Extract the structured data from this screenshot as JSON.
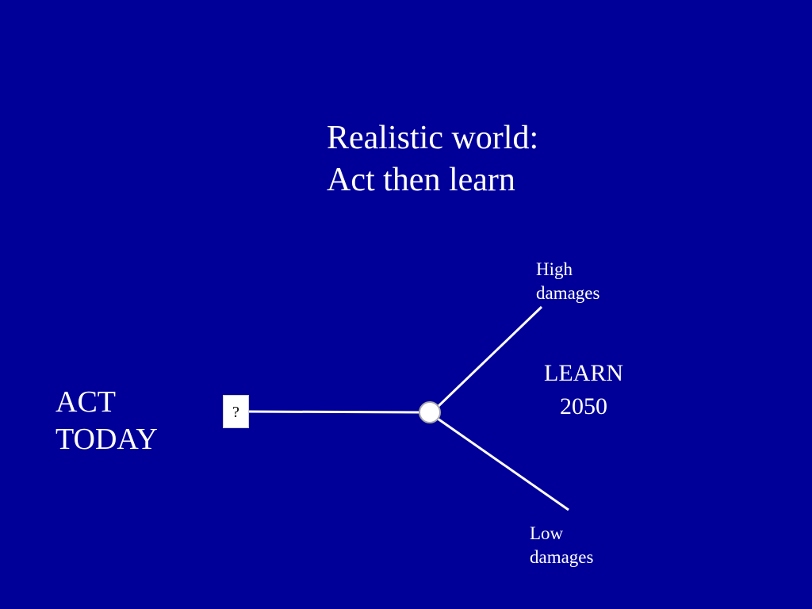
{
  "title": {
    "line1": "Realistic world:",
    "line2": "Act then learn"
  },
  "act": {
    "line1": "ACT",
    "line2": "TODAY"
  },
  "decision_node": {
    "symbol": "?"
  },
  "learn": {
    "line1": "LEARN",
    "line2": "2050"
  },
  "outcomes": {
    "high": {
      "line1": "High",
      "line2": "damages"
    },
    "low": {
      "line1": "Low",
      "line2": "damages"
    }
  },
  "colors": {
    "background": "#000099",
    "text": "#ffffff",
    "lines": "#ffffff",
    "node_border": "#a8a8a8"
  }
}
